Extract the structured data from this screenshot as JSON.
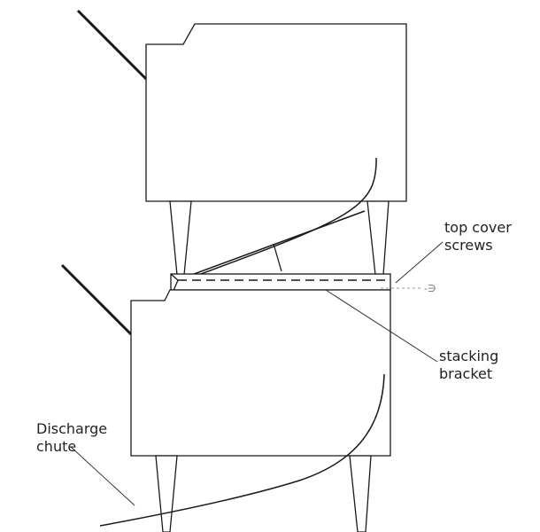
{
  "labels": {
    "top_cover_screws": [
      "top cover",
      "screws"
    ],
    "stacking_bracket": [
      "stacking",
      "bracket"
    ],
    "discharge_chute": [
      "Discharge",
      "chute"
    ]
  },
  "colors": {
    "line": "#1a1a1a",
    "leader": "#333333",
    "dashed_detail": "#999999",
    "background": "#ffffff"
  }
}
